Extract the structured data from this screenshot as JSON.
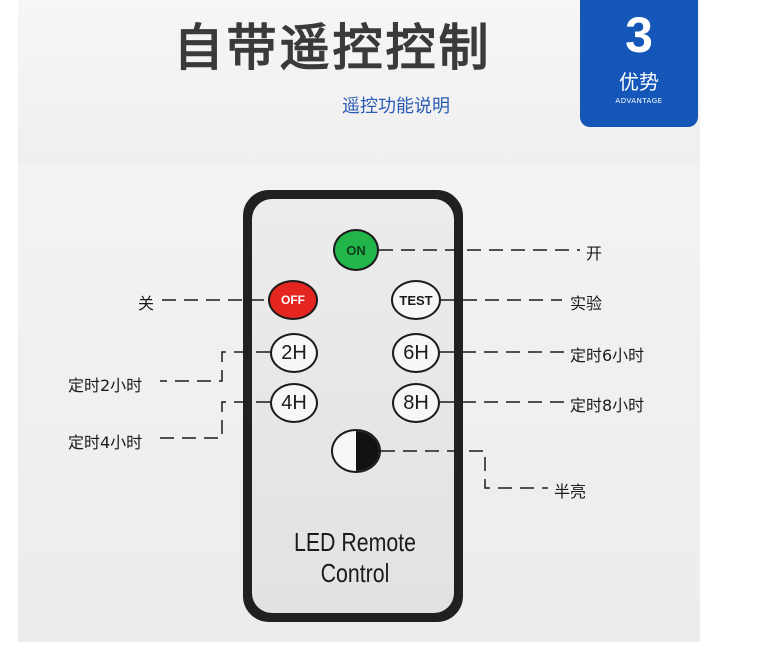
{
  "header": {
    "title": "自带遥控控制",
    "subtitle": "遥控功能说明",
    "badge": {
      "number": "3",
      "word": "优势",
      "english": "ADVANTAGE"
    }
  },
  "remote": {
    "brand": "LED Remote Control",
    "buttons": {
      "on": "ON",
      "off": "OFF",
      "test": "TEST",
      "two_h": "2H",
      "six_h": "6H",
      "four_h": "4H",
      "eight_h": "8H"
    }
  },
  "callouts": {
    "on": "开",
    "off": "关",
    "test": "实验",
    "two_h": "定时2小时",
    "six_h": "定时6小时",
    "four_h": "定时4小时",
    "eight_h": "定时8小时",
    "dim": "半亮"
  },
  "colors": {
    "badge": "#1457b8",
    "subtitle": "#2a5cb4",
    "on_button": "#22b64a",
    "off_button": "#e5251f"
  }
}
